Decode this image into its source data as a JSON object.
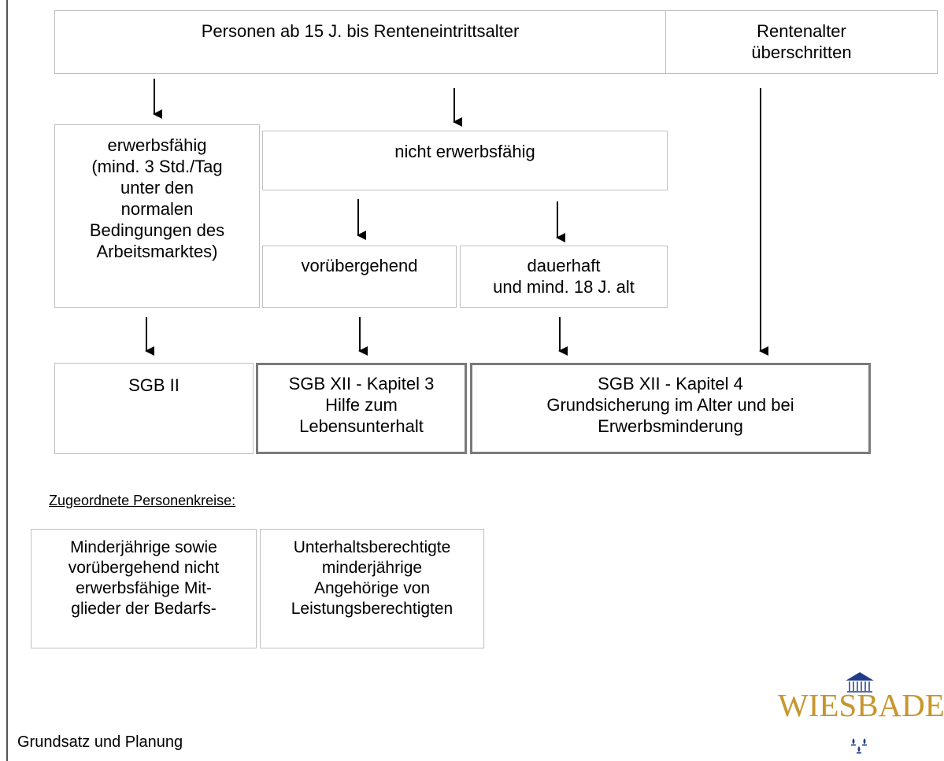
{
  "top": {
    "persons": "Personen ab 15 J. bis Renteneintrittsalter",
    "retirement": [
      "Rentenalter",
      "überschritten"
    ]
  },
  "level2": {
    "employable": [
      "erwerbsfähig",
      "(mind. 3 Std./Tag",
      "unter den",
      "normalen",
      "Bedingungen des",
      "Arbeitsmarktes)"
    ],
    "not_employable": "nicht erwerbsfähig"
  },
  "level3": {
    "temporary": "vorübergehend",
    "permanent": [
      "dauerhaft",
      "und mind. 18 J. alt"
    ]
  },
  "results": {
    "sgb2": "SGB II",
    "sgb12_k3": [
      "SGB XII - Kapitel 3",
      "Hilfe zum",
      "Lebensunterhalt"
    ],
    "sgb12_k4": [
      "SGB XII - Kapitel 4",
      "Grundsicherung im Alter und bei",
      "Erwerbsminderung"
    ]
  },
  "assigned": {
    "heading": "Zugeordnete Personenkreise:",
    "box1": [
      "Minderjährige sowie",
      "vorübergehend nicht",
      "erwerbsfähige Mit-",
      "glieder der Bedarfs-"
    ],
    "box2": [
      "Unterhaltsberechtigte",
      "minderjährige",
      "Angehörige von",
      "Leistungsberechtigten"
    ]
  },
  "footer": "Grundsatz und Planung",
  "logo": {
    "text": "WIESBADEN",
    "icon": "building-icon",
    "emblem": "lily-emblem-icon",
    "color": "#c8962e"
  }
}
